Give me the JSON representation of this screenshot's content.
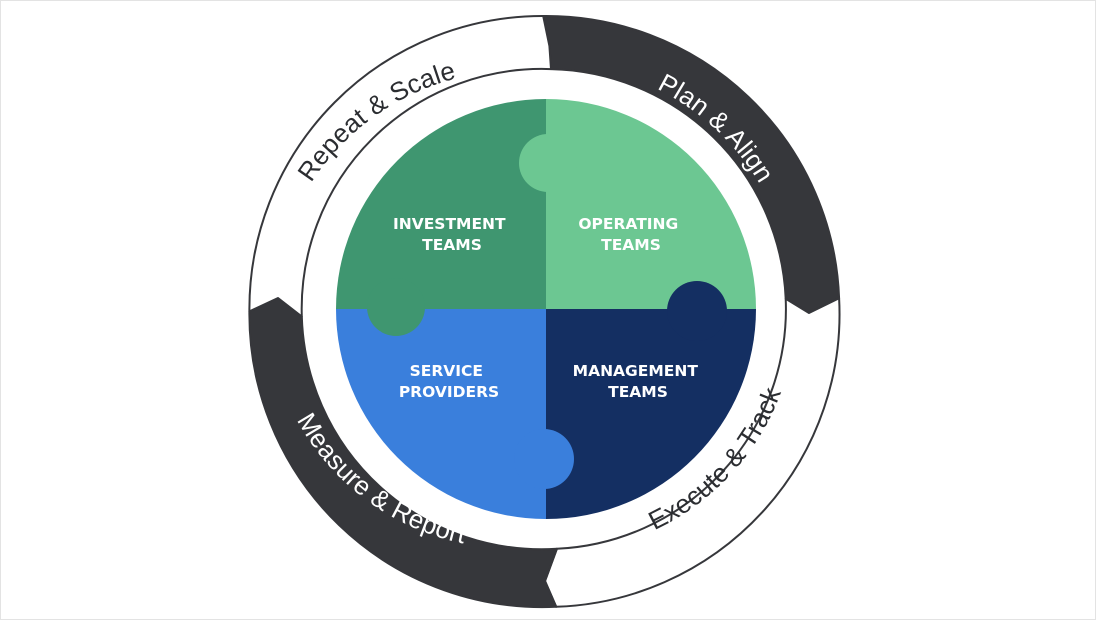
{
  "cycle": {
    "stages": [
      {
        "label": "Plan & Align",
        "style": "dark"
      },
      {
        "label": "Execute & Track",
        "style": "light"
      },
      {
        "label": "Measure & Report",
        "style": "dark"
      },
      {
        "label": "Repeat & Scale",
        "style": "light"
      }
    ]
  },
  "puzzle": {
    "pieces": [
      {
        "line1": "INVESTMENT",
        "line2": "TEAMS",
        "color": "#3f9670"
      },
      {
        "line1": "OPERATING",
        "line2": "TEAMS",
        "color": "#6cc792"
      },
      {
        "line1": "SERVICE",
        "line2": "PROVIDERS",
        "color": "#3a7fdc"
      },
      {
        "line1": "MANAGEMENT",
        "line2": "TEAMS",
        "color": "#142f62"
      }
    ]
  },
  "colors": {
    "ring_dark": "#36373b",
    "ring_outline": "#36373b",
    "background": "#ffffff"
  }
}
